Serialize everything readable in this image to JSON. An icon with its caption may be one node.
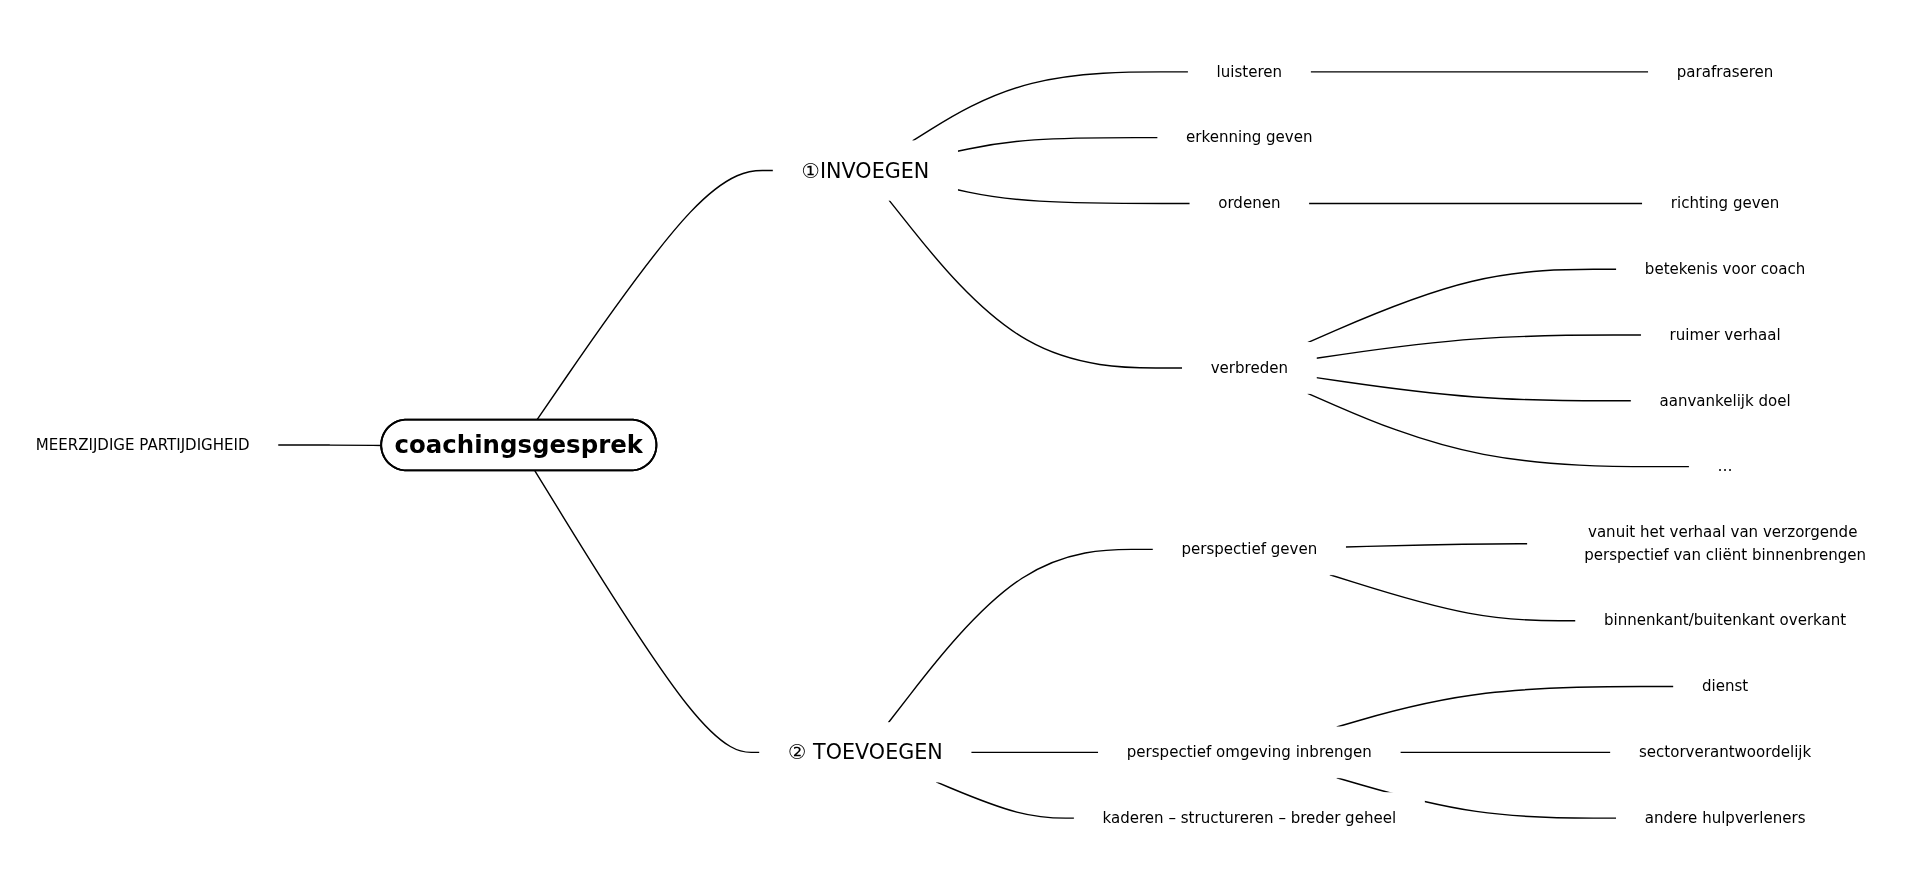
{
  "diagram": {
    "nodes": [
      {
        "text": [
          "coachingsgesprek"
        ]
      },
      {
        "text": [
          "MEERZIJDIGE PARTIJDIGHEID"
        ]
      },
      {
        "text": [
          "①INVOEGEN"
        ]
      },
      {
        "text": [
          "luisteren"
        ]
      },
      {
        "text": [
          "parafraseren"
        ]
      },
      {
        "text": [
          "erkenning geven"
        ]
      },
      {
        "text": [
          "ordenen"
        ]
      },
      {
        "text": [
          "richting geven"
        ]
      },
      {
        "text": [
          "verbreden"
        ]
      },
      {
        "text": [
          "betekenis voor coach"
        ]
      },
      {
        "text": [
          "ruimer verhaal"
        ]
      },
      {
        "text": [
          "aanvankelijk doel"
        ]
      },
      {
        "text": [
          "…"
        ]
      },
      {
        "text": [
          "② TOEVOEGEN"
        ]
      },
      {
        "text": [
          "perspectief geven"
        ]
      },
      {
        "text": [
          "vanuit het verhaal van verzorgende perspectief van cliënt binnenbrengen"
        ]
      },
      {
        "text": [
          "binnenkant/buitenkant overkant"
        ]
      },
      {
        "text": [
          "perspectief omgeving inbrengen"
        ]
      },
      {
        "text": [
          "dienst"
        ]
      },
      {
        "text": [
          "sectorverantwoordelijk"
        ]
      },
      {
        "text": [
          "andere hulpverleners"
        ]
      },
      {
        "text": [
          "kaderen – structureren – breder geheel"
        ]
      }
    ],
    "edges": [
      {
        "from": 0,
        "to": 1,
        "arrow": "none"
      },
      {
        "from": 0,
        "to": 2,
        "arrow": "none"
      },
      {
        "from": 2,
        "to": 3,
        "arrow": "none"
      },
      {
        "from": 3,
        "to": 4,
        "arrow": "none"
      },
      {
        "from": 2,
        "to": 5,
        "arrow": "none"
      },
      {
        "from": 2,
        "to": 6,
        "arrow": "none"
      },
      {
        "from": 6,
        "to": 7,
        "arrow": "none"
      },
      {
        "from": 2,
        "to": 8,
        "arrow": "none"
      },
      {
        "from": 8,
        "to": 9,
        "arrow": "none"
      },
      {
        "from": 8,
        "to": 10,
        "arrow": "none"
      },
      {
        "from": 8,
        "to": 11,
        "arrow": "none"
      },
      {
        "from": 8,
        "to": 12,
        "arrow": "none"
      },
      {
        "from": 0,
        "to": 13,
        "arrow": "none"
      },
      {
        "from": 13,
        "to": 14,
        "arrow": "none"
      },
      {
        "from": 14,
        "to": 15,
        "arrow": "none"
      },
      {
        "from": 14,
        "to": 16,
        "arrow": "none"
      },
      {
        "from": 13,
        "to": 17,
        "arrow": "none"
      },
      {
        "from": 17,
        "to": 18,
        "arrow": "none"
      },
      {
        "from": 17,
        "to": 19,
        "arrow": "none"
      },
      {
        "from": 17,
        "to": 20,
        "arrow": "none"
      },
      {
        "from": 13,
        "to": 21,
        "arrow": "none"
      }
    ]
  }
}
